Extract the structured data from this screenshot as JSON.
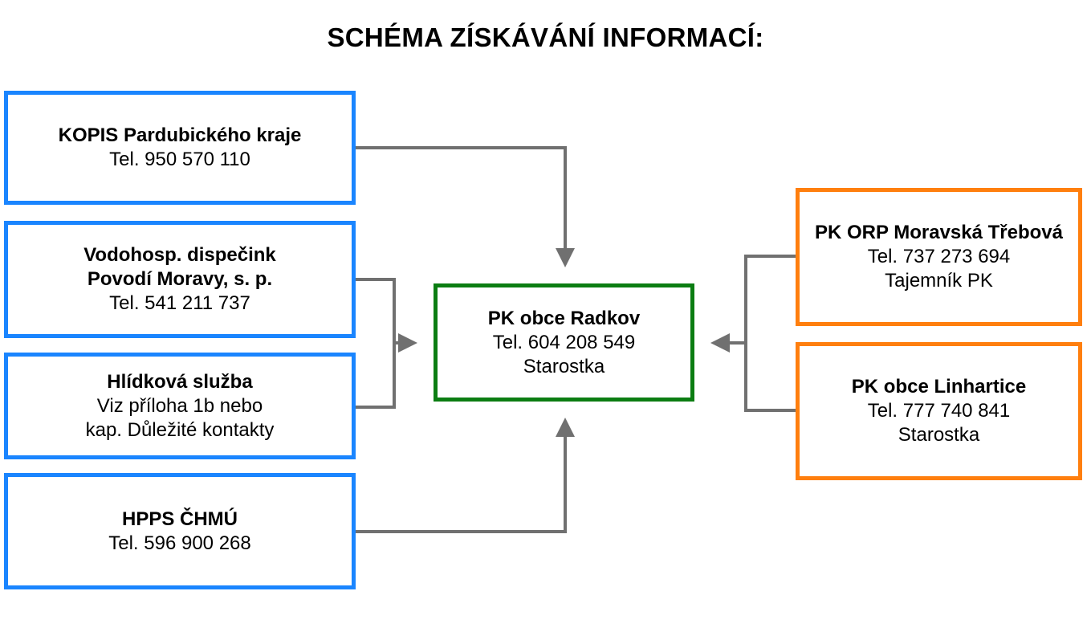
{
  "title": "SCHÉMA ZÍSKÁVÁNÍ INFORMACÍ:",
  "colors": {
    "source_border": "#1a85ff",
    "center_border": "#0b7d12",
    "peer_border": "#ff7f0e",
    "connector": "#707070"
  },
  "nodes": {
    "kopis": {
      "name": "KOPIS Pardubického kraje",
      "line2": "Tel. 950 570 110"
    },
    "vodohosp": {
      "name_line1": "Vodohosp. dispečink",
      "name_line2": "Povodí Moravy, s. p.",
      "line3": "Tel. 541 211 737"
    },
    "hlidkova": {
      "name": "Hlídková služba",
      "line2": "Viz příloha 1b nebo",
      "line3": "kap. Důležité kontakty"
    },
    "hpps": {
      "name": "HPPS ČHMÚ",
      "line2": "Tel. 596 900 268"
    },
    "radkov": {
      "name": "PK obce Radkov",
      "line2": "Tel. 604 208 549",
      "line3": "Starostka"
    },
    "orp": {
      "name": "PK ORP Moravská Třebová",
      "line2": "Tel. 737 273 694",
      "line3": "Tajemník PK"
    },
    "linhartice": {
      "name": "PK obce Linhartice",
      "line2": "Tel. 777 740 841",
      "line3": "Starostka"
    }
  }
}
